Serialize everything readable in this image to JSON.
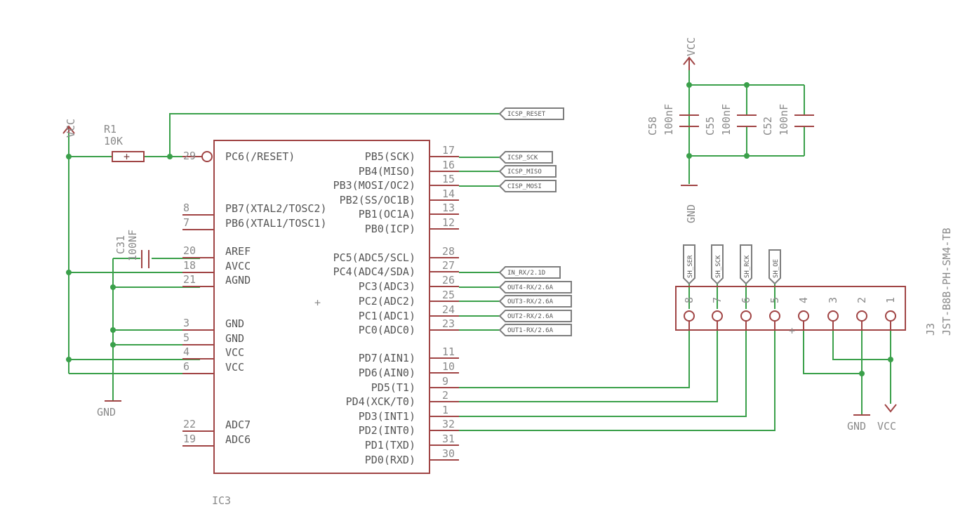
{
  "ic": {
    "name": "IC3",
    "left_pins": [
      {
        "num": "29",
        "label": "PC6(/RESET)"
      },
      {
        "num": "8",
        "label": "PB7(XTAL2/TOSC2)"
      },
      {
        "num": "7",
        "label": "PB6(XTAL1/TOSC1)"
      },
      {
        "num": "20",
        "label": "AREF"
      },
      {
        "num": "18",
        "label": "AVCC"
      },
      {
        "num": "21",
        "label": "AGND"
      },
      {
        "num": "3",
        "label": "GND"
      },
      {
        "num": "5",
        "label": "GND"
      },
      {
        "num": "4",
        "label": "VCC"
      },
      {
        "num": "6",
        "label": "VCC"
      },
      {
        "num": "22",
        "label": "ADC7"
      },
      {
        "num": "19",
        "label": "ADC6"
      }
    ],
    "right_pins": [
      {
        "num": "17",
        "label": "PB5(SCK)"
      },
      {
        "num": "16",
        "label": "PB4(MISO)"
      },
      {
        "num": "15",
        "label": "PB3(MOSI/OC2)"
      },
      {
        "num": "14",
        "label": "PB2(SS/OC1B)"
      },
      {
        "num": "13",
        "label": "PB1(OC1A)"
      },
      {
        "num": "12",
        "label": "PB0(ICP)"
      },
      {
        "num": "28",
        "label": "PC5(ADC5/SCL)"
      },
      {
        "num": "27",
        "label": "PC4(ADC4/SDA)"
      },
      {
        "num": "26",
        "label": "PC3(ADC3)"
      },
      {
        "num": "25",
        "label": "PC2(ADC2)"
      },
      {
        "num": "24",
        "label": "PC1(ADC1)"
      },
      {
        "num": "23",
        "label": "PC0(ADC0)"
      },
      {
        "num": "11",
        "label": "PD7(AIN1)"
      },
      {
        "num": "10",
        "label": "PD6(AIN0)"
      },
      {
        "num": "9",
        "label": "PD5(T1)"
      },
      {
        "num": "2",
        "label": "PD4(XCK/T0)"
      },
      {
        "num": "1",
        "label": "PD3(INT1)"
      },
      {
        "num": "32",
        "label": "PD2(INT0)"
      },
      {
        "num": "31",
        "label": "PD1(TXD)"
      },
      {
        "num": "30",
        "label": "PD0(RXD)"
      }
    ]
  },
  "net_labels": {
    "icsp_reset": "ICSP_RESET",
    "icsp_sck": "ICSP_SCK",
    "icsp_miso": "ICSP_MISO",
    "icsp_mosi": "CISP_MOSI",
    "in_rx": "IN_RX/2.1D",
    "out4": "OUT4-RX/2.6A",
    "out3": "OUT3-RX/2.6A",
    "out2": "OUT2-RX/2.6A",
    "out1": "OUT1-RX/2.6A",
    "sh_ser": "SH_SER",
    "sh_sck": "SH_SCK",
    "sh_rck": "SH_RCK",
    "sh_oe": "SH_OE"
  },
  "parts": {
    "r1_name": "R1",
    "r1_value": "10K",
    "c31_name": "C31",
    "c31_value": "100NF",
    "c58_name": "C58",
    "c55_name": "C55",
    "c52_name": "C52",
    "cap_value": "100nF",
    "j3_name": "J3",
    "j3_value": "JST-B8B-PH-SM4-TB"
  },
  "connector_pins": [
    "8",
    "7",
    "6",
    "5",
    "4",
    "3",
    "2",
    "1"
  ],
  "supplies": {
    "vcc": "VCC",
    "gnd": "GND"
  },
  "colors": {
    "wire": "#3aa04a",
    "part": "#a04444",
    "text": "#8a8a8a",
    "label_border": "#7d7d7d"
  }
}
